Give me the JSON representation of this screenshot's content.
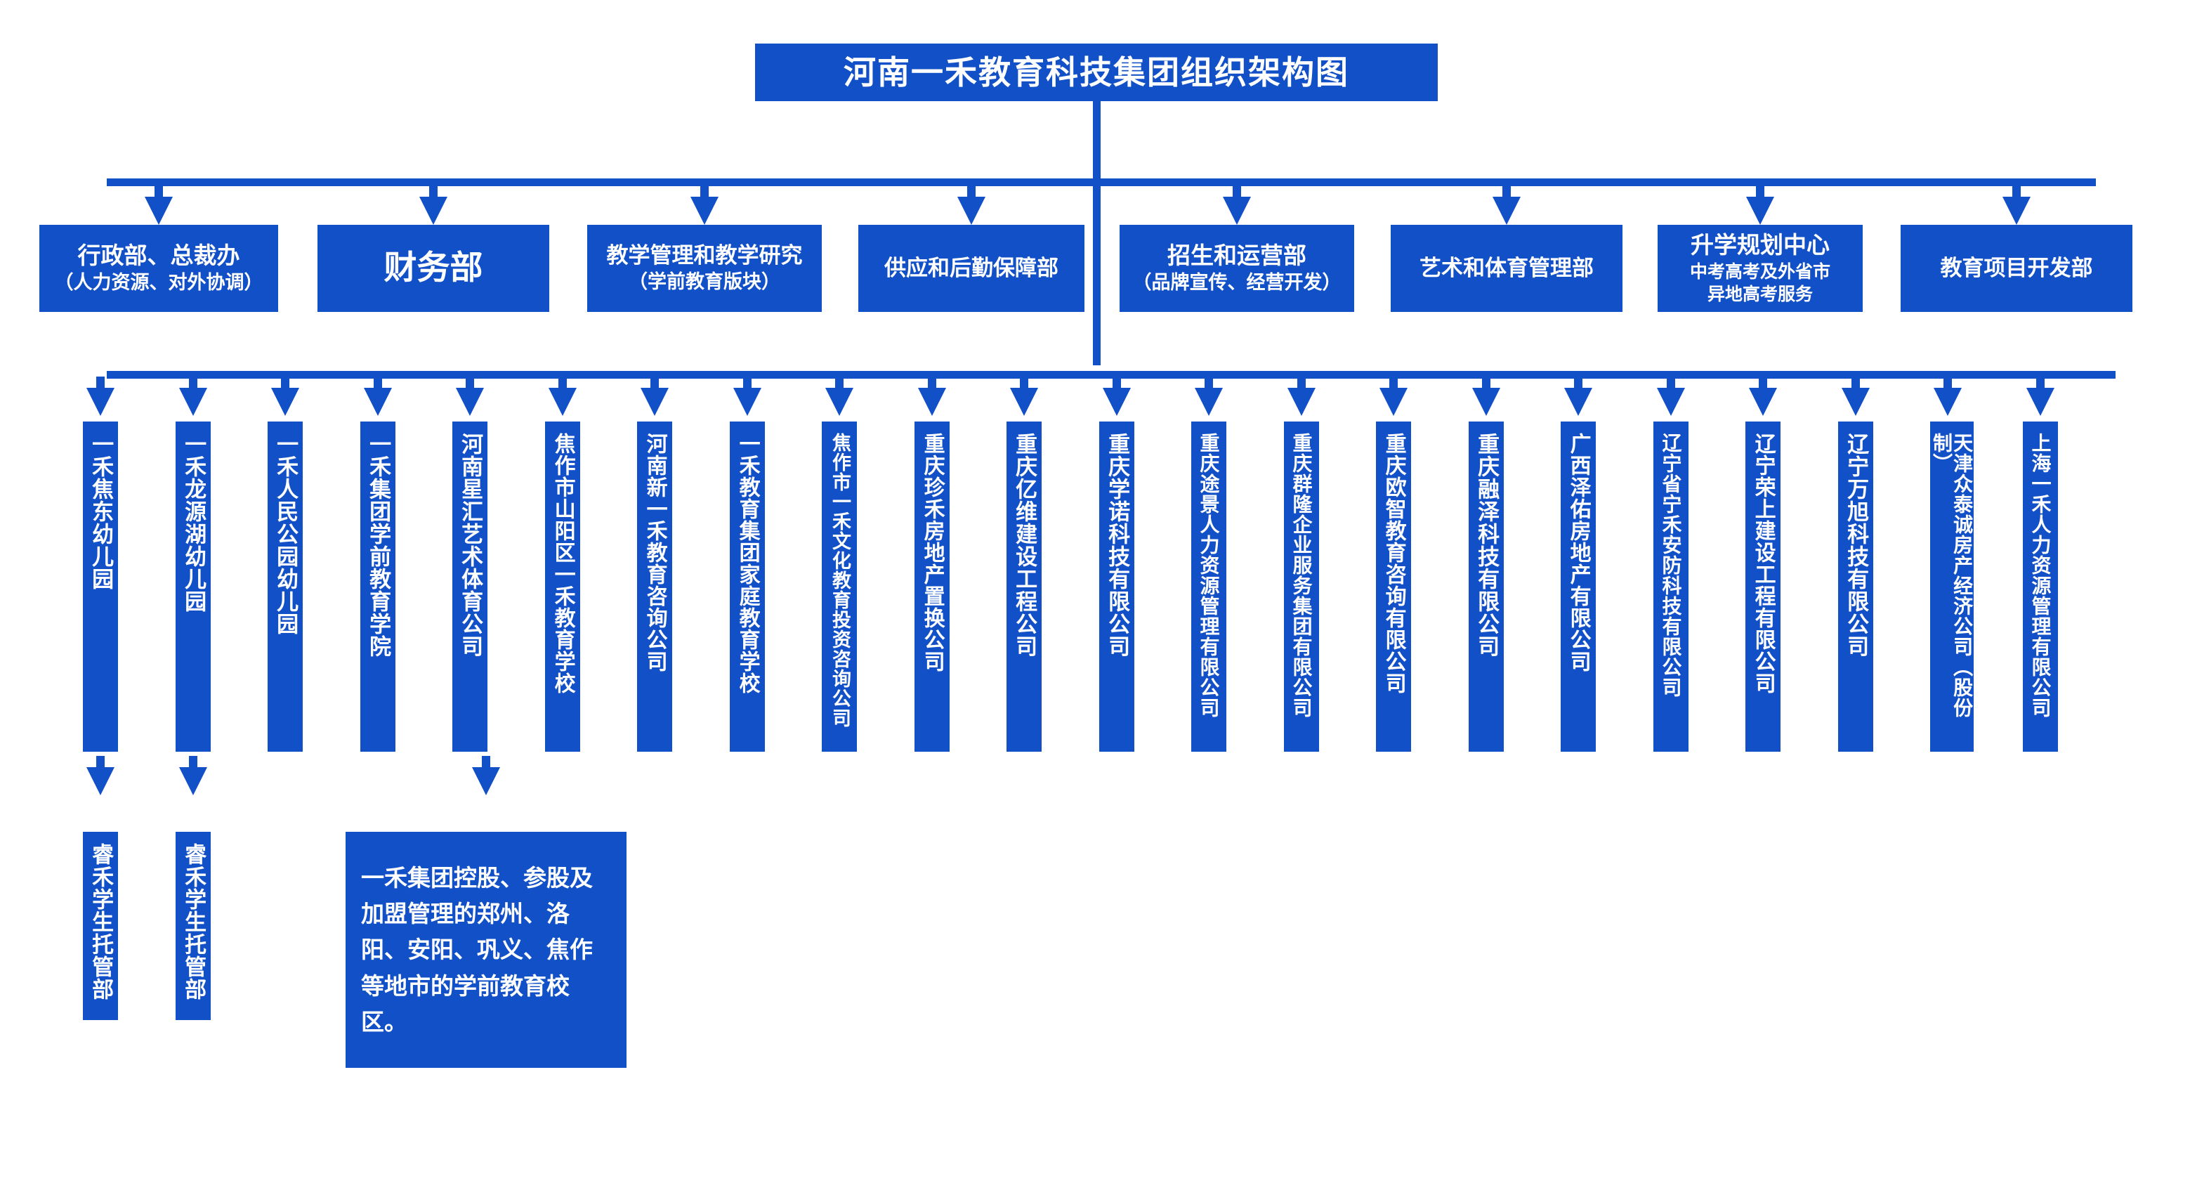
{
  "title": "河南一禾教育科技集团组织架构图",
  "colors": {
    "brand_blue": "#1250c8",
    "text_white": "#ffffff",
    "background": "#ffffff"
  },
  "departments": [
    {
      "line1": "行政部、总裁办",
      "line2": "（人力资源、对外协调）"
    },
    {
      "line1": "财务部",
      "line2": ""
    },
    {
      "line1": "教学管理和教学研究",
      "line2": "（学前教育版块）"
    },
    {
      "line1": "供应和后勤保障部",
      "line2": ""
    },
    {
      "line1": "招生和运营部",
      "line2": "（品牌宣传、经营开发）"
    },
    {
      "line1": "艺术和体育管理部",
      "line2": ""
    },
    {
      "line1": "升学规划中心",
      "line2": "中考高考及外省市\n异地高考服务"
    },
    {
      "line1": "教育项目开发部",
      "line2": ""
    }
  ],
  "entities": [
    {
      "label": "一禾焦东幼儿园"
    },
    {
      "label": "一禾龙源湖幼儿园"
    },
    {
      "label": "一禾人民公园幼儿园"
    },
    {
      "label": "一禾集团学前教育学院"
    },
    {
      "label": "河南星汇艺术体育公司"
    },
    {
      "label": "焦作市山阳区一禾教育学校"
    },
    {
      "label": "河南新一禾教育咨询公司"
    },
    {
      "label": "一禾教育集团家庭教育学校"
    },
    {
      "label": "焦作市一禾文化教育投资咨询公司"
    },
    {
      "label": "重庆珍禾房地产置换公司"
    },
    {
      "label": "重庆亿维建设工程公司"
    },
    {
      "label": "重庆学诺科技有限公司"
    },
    {
      "label": "重庆途景人力资源管理有限公司"
    },
    {
      "label": "重庆群隆企业服务集团有限公司"
    },
    {
      "label": "重庆欧智教育咨询有限公司"
    },
    {
      "label": "重庆融泽科技有限公司"
    },
    {
      "label": "广西泽佑房地产有限公司"
    },
    {
      "label": "辽宁省宁禾安防科技有限公司"
    },
    {
      "label": "辽宁荣上建设工程有限公司"
    },
    {
      "label": "辽宁万旭科技有限公司"
    },
    {
      "label": "天津众泰诚房产经济公司（股份制）"
    },
    {
      "label": "上海一禾人力资源管理有限公司"
    }
  ],
  "sub_entities": [
    {
      "label": "睿禾学生托管部"
    },
    {
      "label": "睿禾学生托管部"
    }
  ],
  "note": "一禾集团控股、参股及加盟管理的郑州、洛阳、安阳、巩义、焦作等地市的学前教育校区。"
}
